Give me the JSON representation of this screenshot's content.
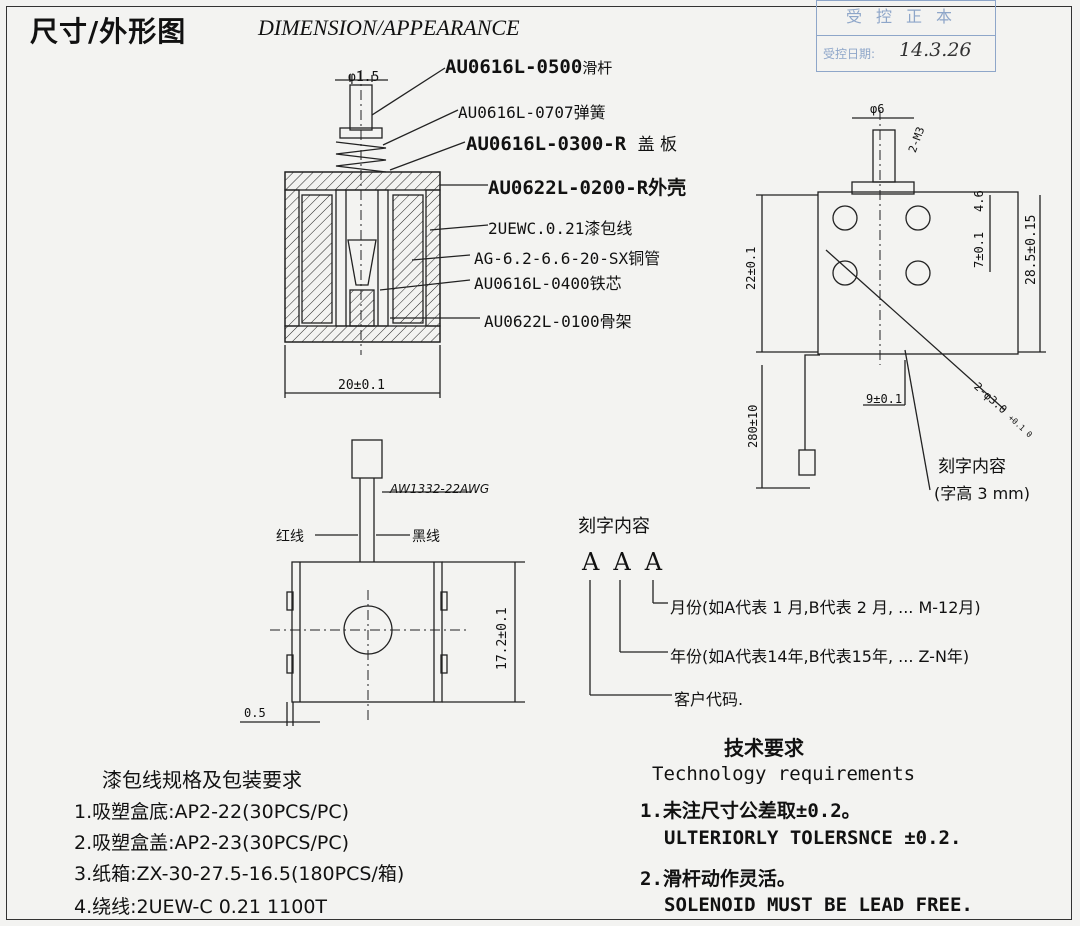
{
  "title": {
    "cn": "尺寸/外形图",
    "en": "DIMENSION/APPEARANCE"
  },
  "stamp": {
    "title": "受控正本",
    "date_label": "受控日期:",
    "date_value": "14.3.26"
  },
  "parts": [
    {
      "code": "AU0616L-0500",
      "name": "滑杆"
    },
    {
      "code": "AU0616L-0707",
      "name": "弹簧"
    },
    {
      "code": "AU0616L-0300-R",
      "name": "盖 板"
    },
    {
      "code": "AU0622L-0200-R",
      "name": "外壳"
    },
    {
      "code": "2UEWC.0.21",
      "name": "漆包线"
    },
    {
      "code": "AG-6.2-6.6-20-SX",
      "name": "铜管"
    },
    {
      "code": "AU0616L-0400",
      "name": "铁芯"
    },
    {
      "code": "AU0622L-0100",
      "name": "骨架"
    }
  ],
  "dims": {
    "phi15": "φ1.5",
    "width20": "20±0.1",
    "phi6": "φ6",
    "m3": "2-M3",
    "d22": "22±0.1",
    "d7": "7±0.1",
    "d46": "4.6",
    "d285": "28.5±0.15",
    "d9": "9±0.1",
    "d280": "280±10",
    "hole": "2-φ3.0",
    "hole_tol": "+0.1 0",
    "h172": "17.2±0.1",
    "t05": "0.5"
  },
  "wire": {
    "awg": "AW1332-22AWG",
    "red": "红线",
    "black": "黑线"
  },
  "engraving": {
    "label": "刻字内容",
    "height": "(字高 3 mm)",
    "heading": "刻字内容",
    "letters": [
      "A",
      "A",
      "A"
    ],
    "month": "月份(如A代表 1 月,B代表 2 月, ... M-12月)",
    "year": "年份(如A代表14年,B代表15年, ... Z-N年)",
    "customer": "客户代码."
  },
  "packaging": {
    "title": "漆包线规格及包装要求",
    "items": [
      "1.吸塑盒底:AP2-22(30PCS/PC)",
      "2.吸塑盒盖:AP2-23(30PCS/PC)",
      "3.纸箱:ZX-30-27.5-16.5(180PCS/箱)",
      "4.绕线:2UEW-C 0.21 1100T"
    ]
  },
  "tech": {
    "title_cn": "技术要求",
    "title_en": "Technology requirements",
    "r1_cn": "1.未注尺寸公差取±0.2。",
    "r1_en": "ULTERIORLY TOLERSNCE ±0.2.",
    "r2_cn": "2.滑杆动作灵活。",
    "r2_en": "SOLENOID MUST BE LEAD FREE."
  }
}
